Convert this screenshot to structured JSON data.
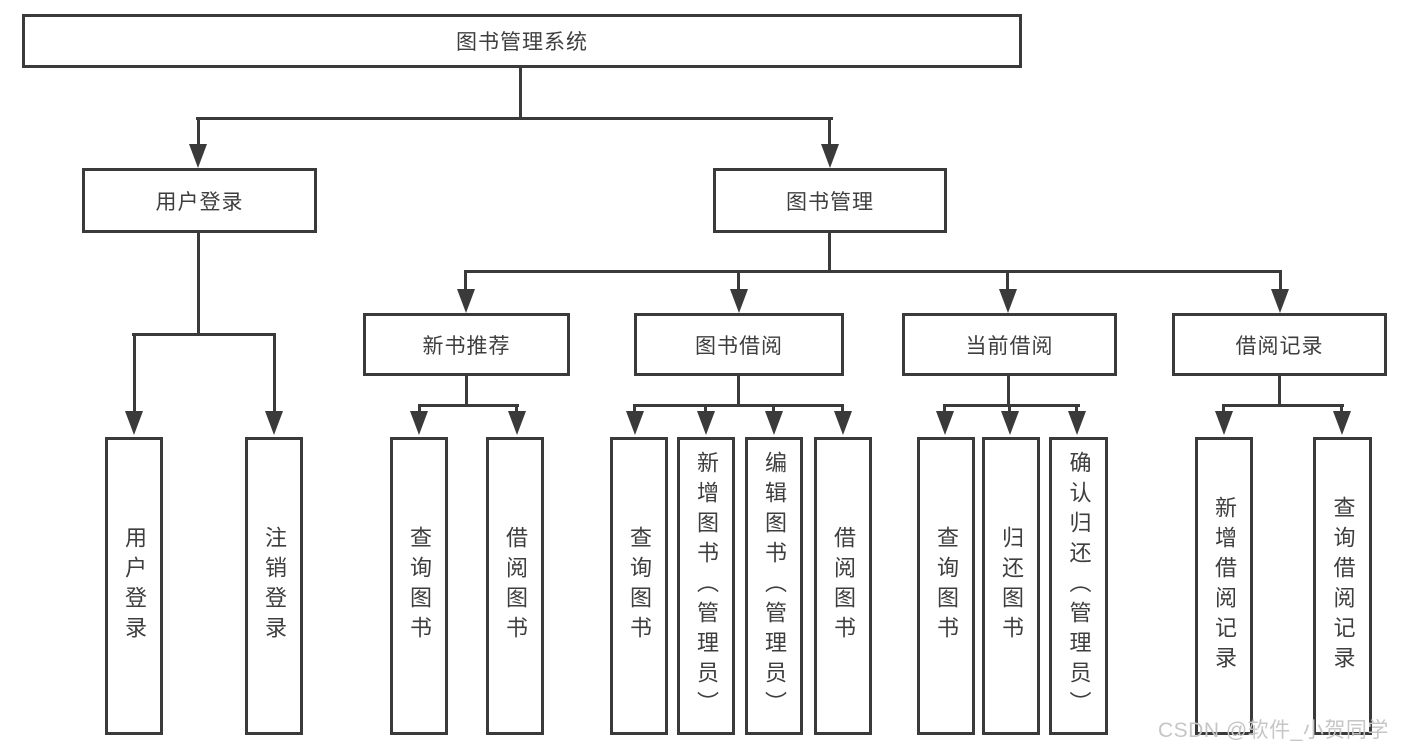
{
  "tree": {
    "label": "图书管理系统",
    "children": [
      {
        "label": "用户登录",
        "children": [
          {
            "label": "用户登录"
          },
          {
            "label": "注销登录"
          }
        ]
      },
      {
        "label": "图书管理",
        "children": [
          {
            "label": "新书推荐",
            "children": [
              {
                "label": "查询图书"
              },
              {
                "label": "借阅图书"
              }
            ]
          },
          {
            "label": "图书借阅",
            "children": [
              {
                "label": "查询图书"
              },
              {
                "label": "新增图书（管理员）"
              },
              {
                "label": "编辑图书（管理员）"
              },
              {
                "label": "借阅图书"
              }
            ]
          },
          {
            "label": "当前借阅",
            "children": [
              {
                "label": "查询图书"
              },
              {
                "label": "归还图书"
              },
              {
                "label": "确认归还（管理员）"
              }
            ]
          },
          {
            "label": "借阅记录",
            "children": [
              {
                "label": "新增借阅记录"
              },
              {
                "label": "查询借阅记录"
              }
            ]
          }
        ]
      }
    ]
  },
  "watermark": {
    "text": "CSDN @软件_小贺同学",
    "color": "#c6c6c6"
  },
  "colors": {
    "line": "#3a3a3a",
    "box_border": "#3a3a3a",
    "text": "#3e3e3e",
    "background": "#ffffff"
  }
}
